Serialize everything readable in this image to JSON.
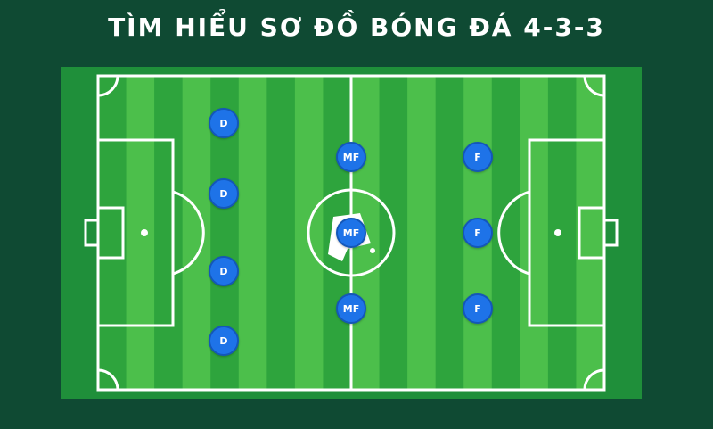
{
  "title": "TÌM HIỂU SƠ ĐỒ BÓNG ĐÁ 4-3-3",
  "colors": {
    "background": "#0f4a33",
    "stripe_light": "#4cbf4b",
    "stripe_dark": "#2ea43d",
    "line": "#ffffff",
    "player": "#1e73e8"
  },
  "logo_icon": "p-logo-icon",
  "players": {
    "defenders": [
      {
        "label": "D"
      },
      {
        "label": "D"
      },
      {
        "label": "D"
      },
      {
        "label": "D"
      }
    ],
    "midfielders": [
      {
        "label": "MF"
      },
      {
        "label": "MF"
      },
      {
        "label": "MF"
      }
    ],
    "forwards": [
      {
        "label": "F"
      },
      {
        "label": "F"
      },
      {
        "label": "F"
      }
    ]
  }
}
